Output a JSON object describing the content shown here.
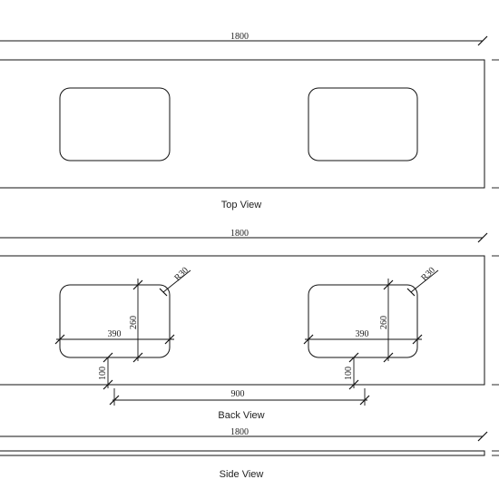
{
  "top_view": {
    "caption": "Top View",
    "width_label": "1800"
  },
  "back_view": {
    "caption": "Back View",
    "width_label": "1800",
    "left_bowl": {
      "radius_label": "R30",
      "height_label": "260",
      "width_label": "390",
      "offset_label": "100"
    },
    "right_bowl": {
      "radius_label": "R30",
      "height_label": "260",
      "width_label": "390",
      "offset_label": "100"
    },
    "centers_label": "900"
  },
  "side_view": {
    "caption": "Side View",
    "width_label": "1800"
  },
  "colors": {
    "line": "#111111",
    "background": "#ffffff"
  }
}
